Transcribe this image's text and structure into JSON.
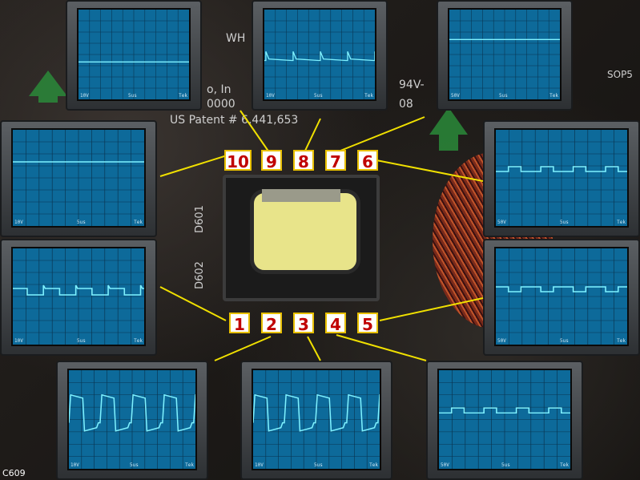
{
  "title": "",
  "pcb_labels": {
    "patent": "US Patent # 6,441,653",
    "manufacturer": "o, In",
    "number": "0000",
    "board_code": "94V-",
    "wh": "WH",
    "diode1": "D601",
    "diode2": "D602",
    "ic": "SOP5",
    "rev": "08",
    "part": "C609"
  },
  "pins": [
    "10",
    "9",
    "8",
    "7",
    "6",
    "1",
    "2",
    "3",
    "4",
    "5"
  ],
  "scopes": [
    {
      "id": "scope-top-left",
      "volts": "10V",
      "time": "5us",
      "brand": "Tek",
      "waveform": "flat"
    },
    {
      "id": "scope-top-center",
      "volts": "10V",
      "time": "5us",
      "brand": "Tek",
      "waveform": "spike"
    },
    {
      "id": "scope-top-right",
      "volts": "50V",
      "time": "5us",
      "brand": "Tek",
      "waveform": "flat-high"
    },
    {
      "id": "scope-mid-left-upper",
      "volts": "10V",
      "time": "5us",
      "brand": "Tek",
      "waveform": "flat-high"
    },
    {
      "id": "scope-mid-left-lower",
      "volts": "10V",
      "time": "5us",
      "brand": "Tek",
      "waveform": "square-neg"
    },
    {
      "id": "scope-mid-right-upper",
      "volts": "50V",
      "time": "5us",
      "brand": "Tek",
      "waveform": "square-small"
    },
    {
      "id": "scope-mid-right-lower",
      "volts": "50V",
      "time": "5us",
      "brand": "Tek",
      "waveform": "square-small-neg"
    },
    {
      "id": "scope-bottom-left",
      "volts": "10V",
      "time": "5us",
      "brand": "Tek",
      "waveform": "square-big"
    },
    {
      "id": "scope-bottom-center",
      "volts": "10V",
      "time": "5us",
      "brand": "Tek",
      "waveform": "square-big"
    },
    {
      "id": "scope-bottom-right",
      "volts": "50V",
      "time": "5us",
      "brand": "Tek",
      "waveform": "square-small"
    }
  ],
  "colors": {
    "screen": "#0d6a9a",
    "trace": "#7ff2ff",
    "grid": "#0a3550",
    "pin_text": "#c00000",
    "line": "#f0e000"
  }
}
